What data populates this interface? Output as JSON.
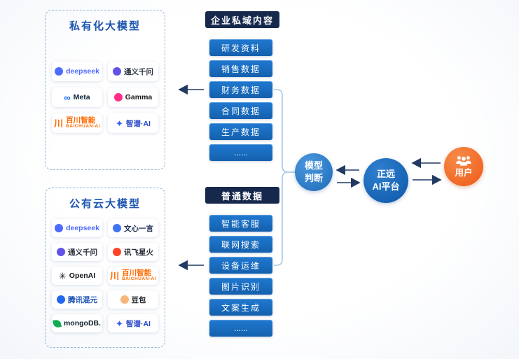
{
  "colors": {
    "title_blue": "#1d55b0",
    "header_navy": "#16294d",
    "item_blue": "#1a6fc4",
    "arrow_navy": "#223a63",
    "connector_blue": "#aac7e6",
    "judge_blue": "#2a7ac8",
    "platform_blue": "#0f5cad",
    "user_orange": "#ef5d18"
  },
  "private_models": {
    "title": "私有化大模型",
    "logos": [
      {
        "label": "deepseek",
        "label_color": "#4d6bfe",
        "icon_color": "#4d6bfe"
      },
      {
        "label": "通义千问",
        "label_color": "#2b3240",
        "icon_color": "#6153e6"
      },
      {
        "label": "Meta",
        "label_color": "#0b2239",
        "icon_color": "#0866ff",
        "glyph": "∞"
      },
      {
        "label": "Gamma",
        "label_color": "#17191c",
        "icon_color": "#ff2f87"
      },
      {
        "label": "百川智能",
        "sublabel": "BAICHUAN-AI",
        "label_color": "#ff6a00",
        "icon_color": "#ff6a00",
        "glyph": "川"
      },
      {
        "label": "智谱·AI",
        "label_color": "#2446c8",
        "icon_color": "#3558ff",
        "glyph": "✦"
      }
    ]
  },
  "public_models": {
    "title": "公有云大模型",
    "logos": [
      {
        "label": "deepseek",
        "label_color": "#4d6bfe",
        "icon_color": "#4d6bfe"
      },
      {
        "label": "文心一言",
        "label_color": "#1d2b4e",
        "icon_color": "#3f74f6"
      },
      {
        "label": "通义千问",
        "label_color": "#2b3240",
        "icon_color": "#6153e6"
      },
      {
        "label": "讯飞星火",
        "label_color": "#232a33",
        "icon_color": "#ff4326"
      },
      {
        "label": "OpenAI",
        "label_color": "#101418",
        "icon_color": "#101418",
        "glyph": "✳"
      },
      {
        "label": "百川智能",
        "sublabel": "BAICHUAN-AI",
        "label_color": "#ff6a00",
        "icon_color": "#ff6a00",
        "glyph": "川"
      },
      {
        "label": "腾讯混元",
        "label_color": "#1950b4",
        "icon_color": "#2468f2"
      },
      {
        "label": "豆包",
        "label_color": "#22262b",
        "icon_color": "#f7b77c"
      },
      {
        "label": "mongoDB.",
        "label_color": "#0c1f2b",
        "icon_color": "#10aa50"
      },
      {
        "label": "智谱·AI",
        "label_color": "#2446c8",
        "icon_color": "#3558ff",
        "glyph": "✦"
      }
    ]
  },
  "private_content": {
    "title": "企业私域内容",
    "items": [
      "研发资料",
      "销售数据",
      "财务数据",
      "合同数据",
      "生产数据",
      "......"
    ]
  },
  "ordinary_data": {
    "title": "普通数据",
    "items": [
      "智能客服",
      "联网搜索",
      "设备运维",
      "图片识别",
      "文案生成",
      "......"
    ]
  },
  "nodes": {
    "judge": {
      "line1": "模型",
      "line2": "判断"
    },
    "platform": {
      "line1": "正远",
      "line2": "AI平台"
    },
    "user": {
      "label": "用户"
    }
  }
}
